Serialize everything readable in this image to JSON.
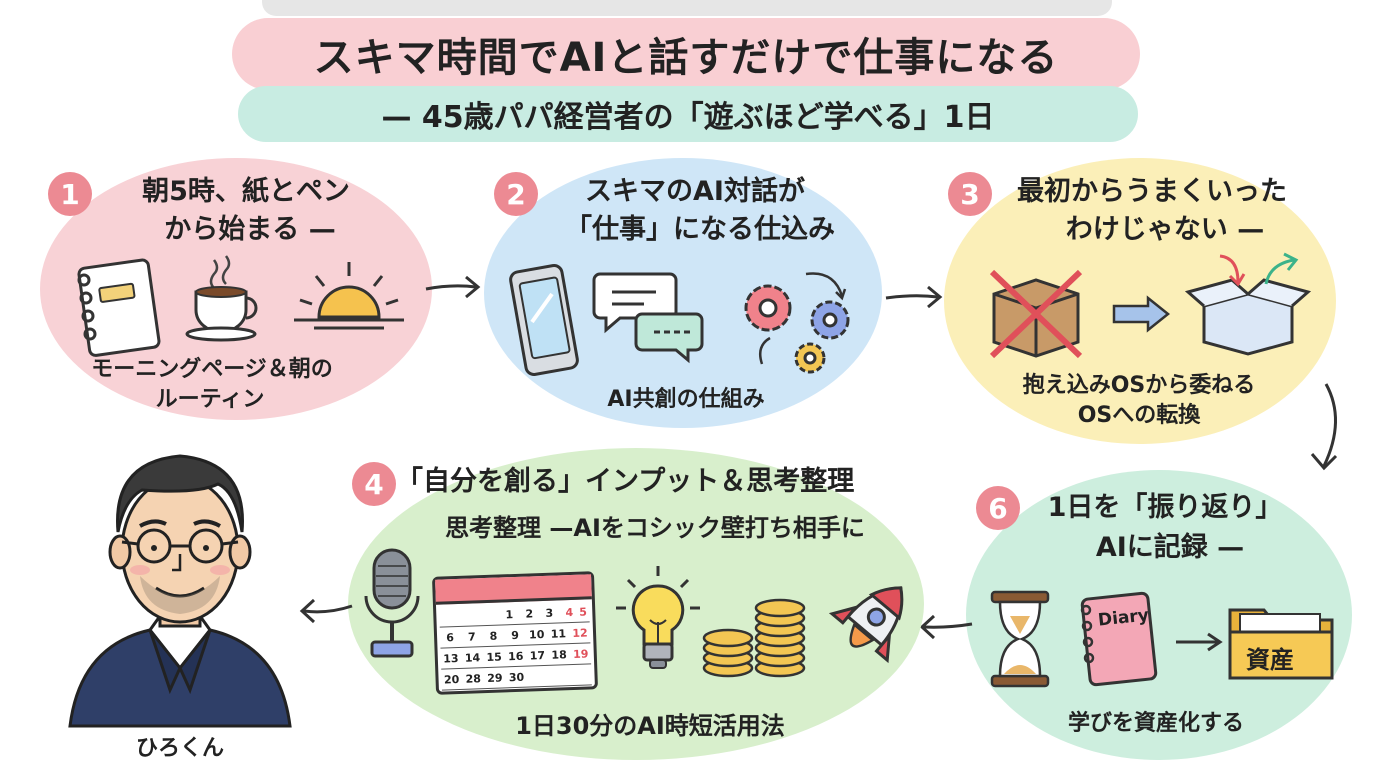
{
  "header": {
    "title": "スキマ時間でAIと話すだけで仕事になる",
    "subtitle": "— 45歳パパ経営者の「遊ぶほど学べる」1日"
  },
  "steps": [
    {
      "number": "1",
      "title_line1": "朝5時、紙とペン",
      "title_line2": "から始まる —",
      "caption_line1": "モーニングページ＆朝の",
      "caption_line2": "ルーティン"
    },
    {
      "number": "2",
      "title_line1": "スキマのAI対話が",
      "title_line2": "「仕事」になる仕込み",
      "caption": "AI共創の仕組み"
    },
    {
      "number": "3",
      "title_line1": "最初からうまくいった",
      "title_line2": "わけじゃない —",
      "caption_line1": "抱え込みOSから委ねる",
      "caption_line2": "OSへの転換"
    },
    {
      "number": "4",
      "title_line1": "「自分を創る」インプット＆思考整理",
      "title_line2": "思考整理 —AIをコシック壁打ち相手に",
      "caption": "1日30分のAI時短活用法",
      "calendar": {
        "rows": [
          [
            "",
            "",
            "",
            "1",
            "2",
            "3",
            "4",
            "5"
          ],
          [
            "6",
            "7",
            "8",
            "9",
            "10",
            "11",
            "12"
          ],
          [
            "13",
            "14",
            "15",
            "16",
            "17",
            "18",
            "19"
          ],
          [
            "20",
            "28",
            "29",
            "30",
            "",
            "",
            ""
          ]
        ]
      }
    },
    {
      "number": "6",
      "title_line1": "1日を「振り返り」",
      "title_line2": "AIに記録 —",
      "caption": "学びを資産化する",
      "diary_label": "Diary",
      "folder_label": "資産"
    }
  ],
  "person": {
    "name": "ひろくん"
  },
  "colors": {
    "title_bg": "#f9cfd3",
    "subtitle_bg": "#c8ece2",
    "step1_bg": "#f8d2d6",
    "step2_bg": "#cfe6f7",
    "step3_bg": "#fbefb8",
    "step4_bg": "#d8efcc",
    "step6_bg": "#cdeede",
    "badge": "#ec8a93"
  }
}
